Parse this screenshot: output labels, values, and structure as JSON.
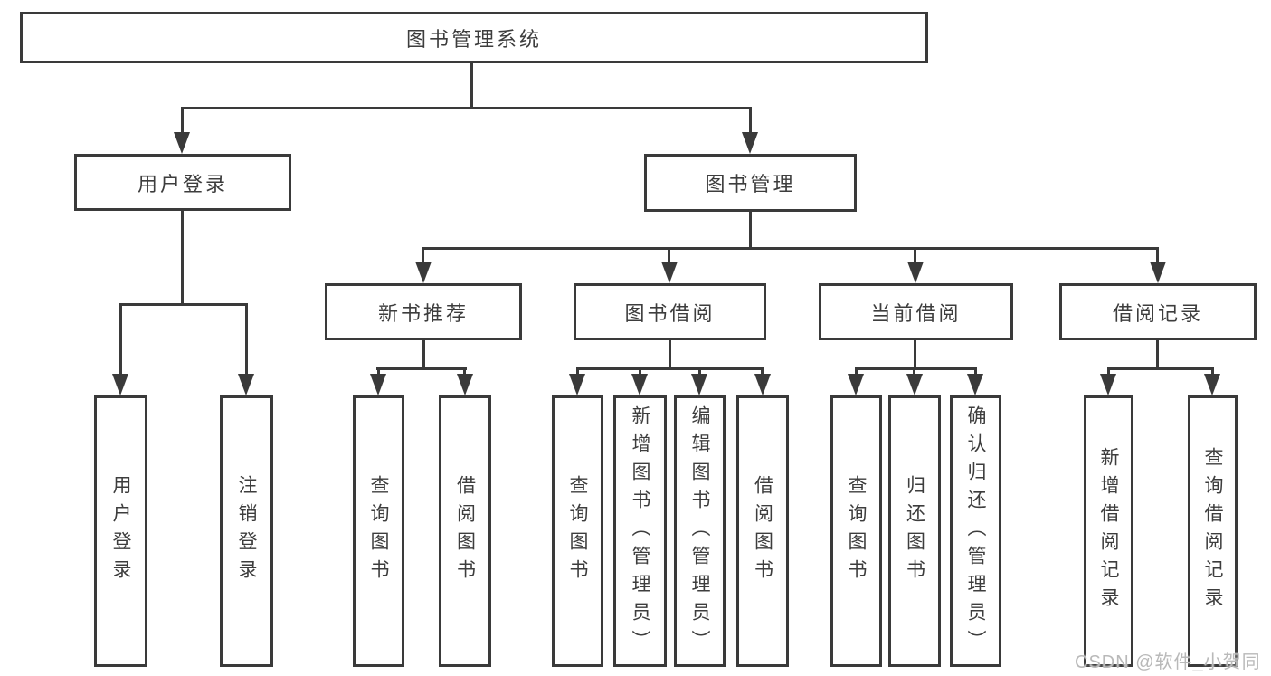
{
  "diagram_type": "tree",
  "nodes": {
    "root": {
      "label": "图书管理系统",
      "children": [
        {
          "label": "用户登录",
          "children": [
            {
              "label": "用户登录"
            },
            {
              "label": "注销登录"
            }
          ]
        },
        {
          "label": "图书管理",
          "children": [
            {
              "label": "新书推荐",
              "children": [
                {
                  "label": "查询图书"
                },
                {
                  "label": "借阅图书"
                }
              ]
            },
            {
              "label": "图书借阅",
              "children": [
                {
                  "label": "查询图书"
                },
                {
                  "label": "新增图书（管理员）"
                },
                {
                  "label": "编辑图书（管理员）"
                },
                {
                  "label": "借阅图书"
                }
              ]
            },
            {
              "label": "当前借阅",
              "children": [
                {
                  "label": "查询图书"
                },
                {
                  "label": "归还图书"
                },
                {
                  "label": "确认归还（管理员）"
                }
              ]
            },
            {
              "label": "借阅记录",
              "children": [
                {
                  "label": "新增借阅记录"
                },
                {
                  "label": "查询借阅记录"
                }
              ]
            }
          ]
        }
      ]
    }
  },
  "watermark": "CSDN @软件_小贺同学",
  "colors": {
    "line": "#3a3a3a",
    "text": "#3d3d3d",
    "background": "#ffffff",
    "watermark": "#b9b9b9"
  }
}
